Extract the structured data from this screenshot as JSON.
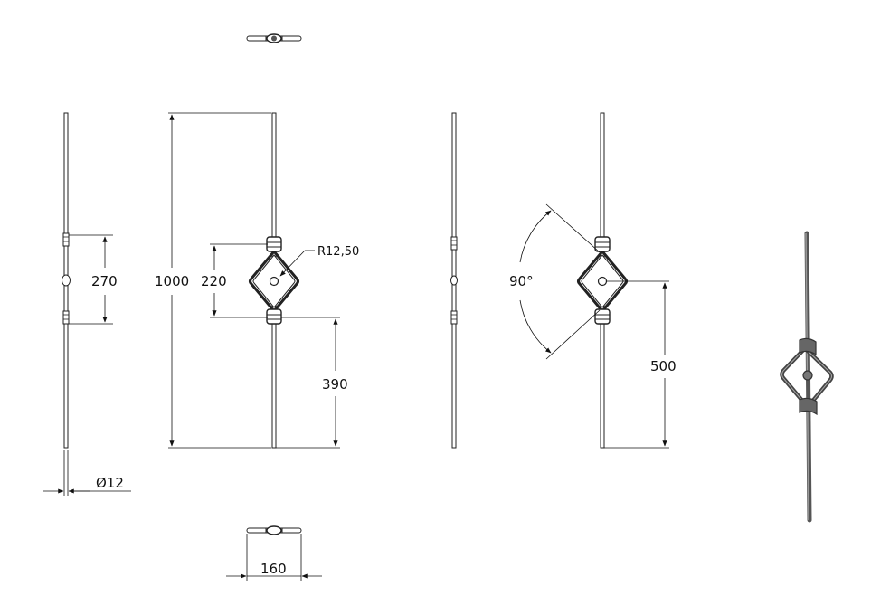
{
  "drawing": {
    "dimensions": {
      "diameter": "Ø12",
      "width_top_view": "160",
      "overall_height": "1000",
      "diamond_height": "220",
      "bracket_spacing": "270",
      "lower_offset": "390",
      "corner_radius": "R12,50",
      "angle": "90°",
      "center_height": "500"
    }
  }
}
